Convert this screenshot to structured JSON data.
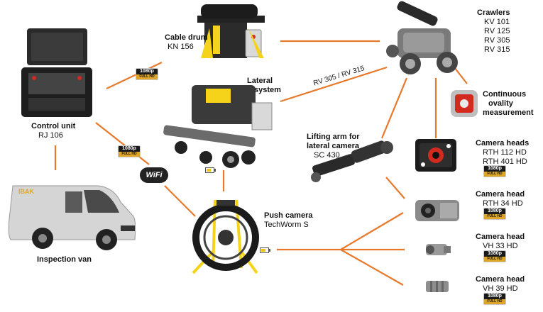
{
  "colors": {
    "line": "#e8782a",
    "hd_gold": "#e0a526",
    "dark": "#1a1a1a",
    "yellow": "#f4d31a",
    "red": "#d32a1f"
  },
  "nodes": {
    "cable_drum": {
      "title": "Cable drum",
      "model": "KN 156"
    },
    "crawlers": {
      "title": "Crawlers",
      "models": [
        "KV 101",
        "RV 125",
        "RV 305",
        "RV 315"
      ]
    },
    "control_unit": {
      "title": "Control unit",
      "model": "RJ 106"
    },
    "lateral_system": {
      "title": "Lateral",
      "title2": "system"
    },
    "rv_link": "RV 305 / RV 315",
    "ovality": {
      "line1": "Continuous",
      "line2": "ovality",
      "line3": "measurement"
    },
    "lifting_arm": {
      "line1": "Lifting arm for",
      "line2": "lateral camera",
      "model": "SC 430"
    },
    "camera_heads": {
      "title": "Camera heads",
      "models": [
        "RTH 112 HD",
        "RTH 401 HD"
      ]
    },
    "camera_head_rth34": {
      "title": "Camera head",
      "model": "RTH 34 HD"
    },
    "camera_head_vh33": {
      "title": "Camera head",
      "model": "VH 33 HD"
    },
    "camera_head_vh39": {
      "title": "Camera head",
      "model": "VH 39 HD"
    },
    "push_camera": {
      "title": "Push camera",
      "model": "TechWorm S"
    },
    "inspection_van": {
      "title": "Inspection van"
    }
  },
  "badges": {
    "resolution": "1080p",
    "full_hd": "FULL HD",
    "wifi": "WiFi"
  },
  "van_brand": "IBAK"
}
